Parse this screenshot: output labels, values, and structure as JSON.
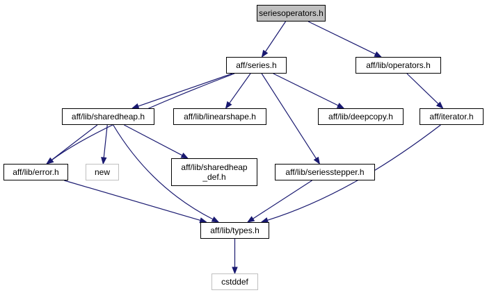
{
  "colors": {
    "edge": "#191970",
    "node_border": "#000000",
    "external_border": "#bfbfbf",
    "root_fill": "#bfbfbf"
  },
  "nodes": {
    "seriesoperators": "seriesoperators.h",
    "series": "aff/series.h",
    "operators": "aff/lib/operators.h",
    "sharedheap": "aff/lib/sharedheap.h",
    "linearshape": "aff/lib/linearshape.h",
    "deepcopy": "aff/lib/deepcopy.h",
    "iterator": "aff/iterator.h",
    "error": "aff/lib/error.h",
    "new": "new",
    "sharedheap_def": "aff/lib/sharedheap\n_def.h",
    "seriesstepper": "aff/lib/seriesstepper.h",
    "types": "aff/lib/types.h",
    "cstddef": "cstddef"
  },
  "edges": [
    [
      "seriesoperators",
      "series"
    ],
    [
      "seriesoperators",
      "operators"
    ],
    [
      "series",
      "error"
    ],
    [
      "series",
      "sharedheap"
    ],
    [
      "series",
      "linearshape"
    ],
    [
      "series",
      "deepcopy"
    ],
    [
      "series",
      "seriesstepper"
    ],
    [
      "operators",
      "iterator"
    ],
    [
      "sharedheap",
      "error"
    ],
    [
      "sharedheap",
      "new"
    ],
    [
      "sharedheap",
      "sharedheap_def"
    ],
    [
      "sharedheap",
      "types"
    ],
    [
      "error",
      "types"
    ],
    [
      "seriesstepper",
      "types"
    ],
    [
      "iterator",
      "types"
    ],
    [
      "types",
      "cstddef"
    ]
  ]
}
